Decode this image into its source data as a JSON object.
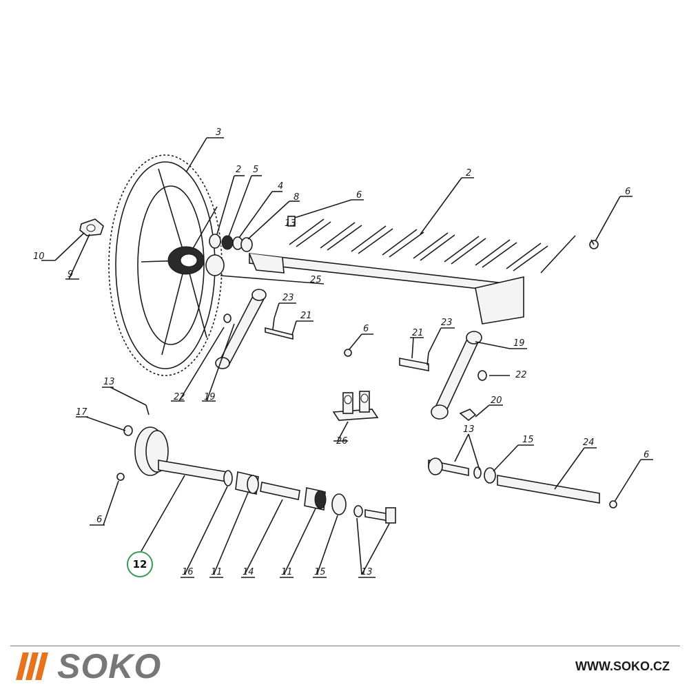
{
  "colors": {
    "ink": "#1a1a1a",
    "brand_orange": "#e8731f",
    "brand_gray": "#777777",
    "highlight_green": "#3a9a52"
  },
  "callouts": [
    {
      "id": "c1",
      "text": "3"
    },
    {
      "id": "c2",
      "text": "2"
    },
    {
      "id": "c3",
      "text": "5"
    },
    {
      "id": "c4",
      "text": "4"
    },
    {
      "id": "c5",
      "text": "8"
    },
    {
      "id": "c6",
      "text": "6"
    },
    {
      "id": "c7",
      "text": "2"
    },
    {
      "id": "c8",
      "text": "6"
    },
    {
      "id": "c9",
      "text": "13"
    },
    {
      "id": "c10",
      "text": "10"
    },
    {
      "id": "c11",
      "text": "9"
    },
    {
      "id": "c12",
      "text": "25"
    },
    {
      "id": "c13",
      "text": "23"
    },
    {
      "id": "c14",
      "text": "21"
    },
    {
      "id": "c15",
      "text": "6"
    },
    {
      "id": "c16",
      "text": "21"
    },
    {
      "id": "c17",
      "text": "23"
    },
    {
      "id": "c18",
      "text": "19"
    },
    {
      "id": "c19",
      "text": "22"
    },
    {
      "id": "c20",
      "text": "22"
    },
    {
      "id": "c21",
      "text": "19"
    },
    {
      "id": "c22",
      "text": "20"
    },
    {
      "id": "c23",
      "text": "13"
    },
    {
      "id": "c24",
      "text": "26"
    },
    {
      "id": "c25",
      "text": "17"
    },
    {
      "id": "c26",
      "text": "13"
    },
    {
      "id": "c27",
      "text": "15"
    },
    {
      "id": "c28",
      "text": "24"
    },
    {
      "id": "c29",
      "text": "6"
    },
    {
      "id": "c30",
      "text": "6"
    },
    {
      "id": "c31",
      "text": "16"
    },
    {
      "id": "c32",
      "text": "11"
    },
    {
      "id": "c33",
      "text": "14"
    },
    {
      "id": "c34",
      "text": "11"
    },
    {
      "id": "c35",
      "text": "15"
    },
    {
      "id": "c36",
      "text": "13"
    }
  ],
  "highlight": {
    "text": "12"
  },
  "footer": {
    "brand": "SOKO",
    "website": "WWW.SOKO.CZ"
  }
}
